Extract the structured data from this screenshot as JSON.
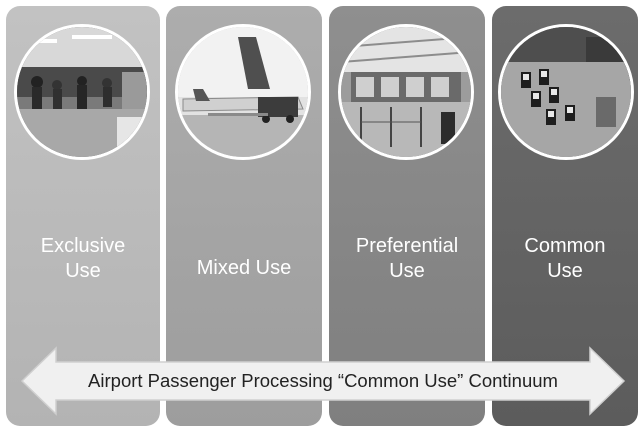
{
  "panels": [
    {
      "label": "Exclusive\nUse",
      "photo": "terminal-concourse-photo"
    },
    {
      "label": "Mixed Use",
      "photo": "aircraft-on-apron-photo"
    },
    {
      "label": "Preferential\nUse",
      "photo": "check-in-hall-photo"
    },
    {
      "label": "Common\nUse",
      "photo": "self-service-kiosks-photo"
    }
  ],
  "arrow": {
    "text": "Airport Passenger Processing “Common Use” Continuum",
    "direction": "bidirectional"
  },
  "colors": {
    "panel_1": "#bbbbbb",
    "panel_2": "#a5a5a5",
    "panel_3": "#878787",
    "panel_4": "#646464",
    "arrow_fill": "#f0f0f0",
    "label_text": "#ffffff"
  }
}
